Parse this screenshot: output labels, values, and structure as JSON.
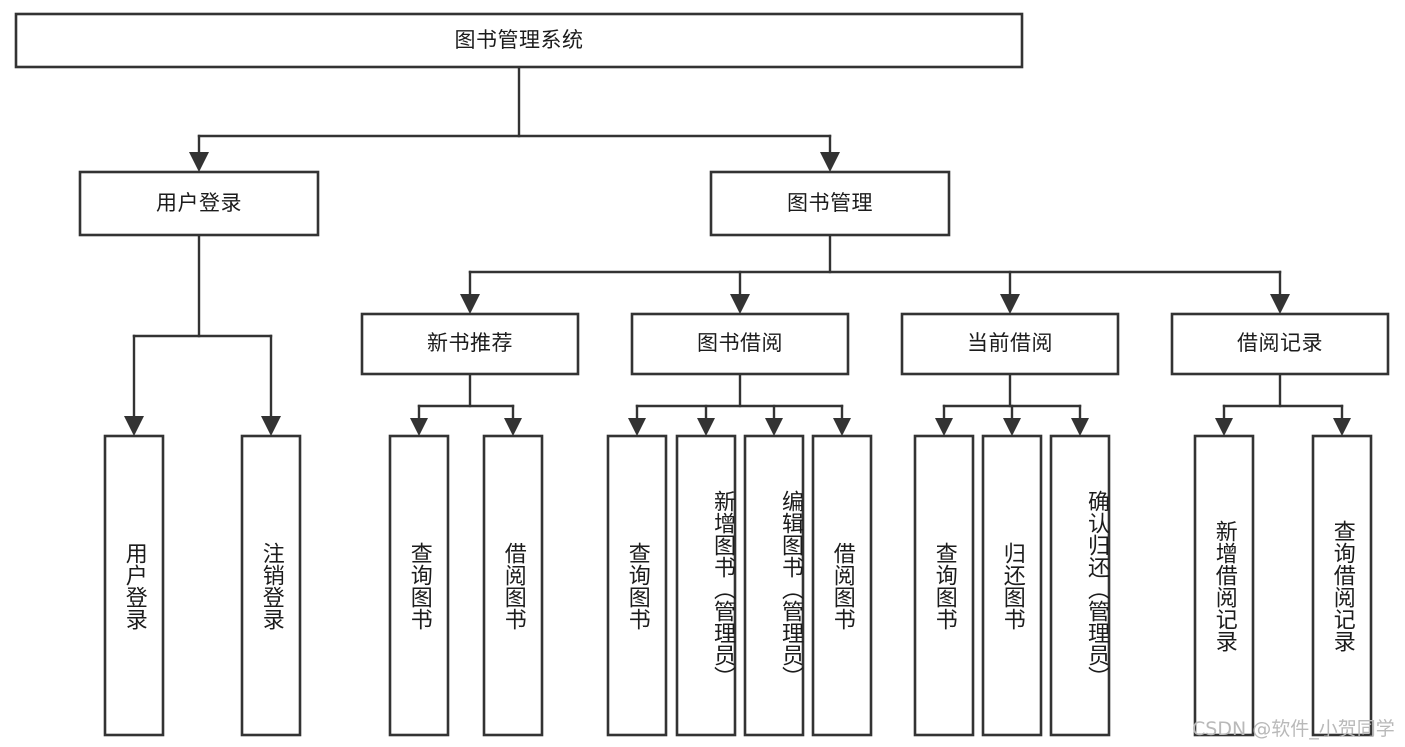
{
  "diagram": {
    "title": "图书管理系统",
    "type": "tree",
    "root": {
      "id": "root",
      "label": "图书管理系统",
      "level": 0
    },
    "level1": [
      {
        "id": "user-login",
        "label": "用户登录"
      },
      {
        "id": "book-management",
        "label": "图书管理"
      }
    ],
    "level2": [
      {
        "id": "new-book-recommend",
        "label": "新书推荐",
        "parent": "book-management"
      },
      {
        "id": "book-borrow",
        "label": "图书借阅",
        "parent": "book-management"
      },
      {
        "id": "current-borrow",
        "label": "当前借阅",
        "parent": "book-management"
      },
      {
        "id": "borrow-record",
        "label": "借阅记录",
        "parent": "book-management"
      }
    ],
    "leaves": {
      "user-login": [
        {
          "id": "leaf-user-login",
          "label": "用户登录"
        },
        {
          "id": "leaf-user-logout",
          "label": "注销登录"
        }
      ],
      "new-book-recommend": [
        {
          "id": "leaf-query-book-1",
          "label": "查询图书"
        },
        {
          "id": "leaf-borrow-book-1",
          "label": "借阅图书"
        }
      ],
      "book-borrow": [
        {
          "id": "leaf-query-book-2",
          "label": "查询图书"
        },
        {
          "id": "leaf-add-book",
          "label": "新增图书（管理员）"
        },
        {
          "id": "leaf-edit-book",
          "label": "编辑图书（管理员）"
        },
        {
          "id": "leaf-borrow-book-2",
          "label": "借阅图书"
        }
      ],
      "current-borrow": [
        {
          "id": "leaf-query-book-3",
          "label": "查询图书"
        },
        {
          "id": "leaf-return-book",
          "label": "归还图书"
        },
        {
          "id": "leaf-confirm-return",
          "label": "确认归还（管理员）"
        }
      ],
      "borrow-record": [
        {
          "id": "leaf-add-record",
          "label": "新增借阅记录"
        },
        {
          "id": "leaf-query-record",
          "label": "查询借阅记录"
        }
      ]
    }
  },
  "watermark": {
    "text": "CSDN @软件_小贺同学"
  },
  "colors": {
    "stroke": "#333333",
    "background": "#ffffff",
    "text": "#1c1c1c",
    "watermark": "#b9b9b9"
  }
}
